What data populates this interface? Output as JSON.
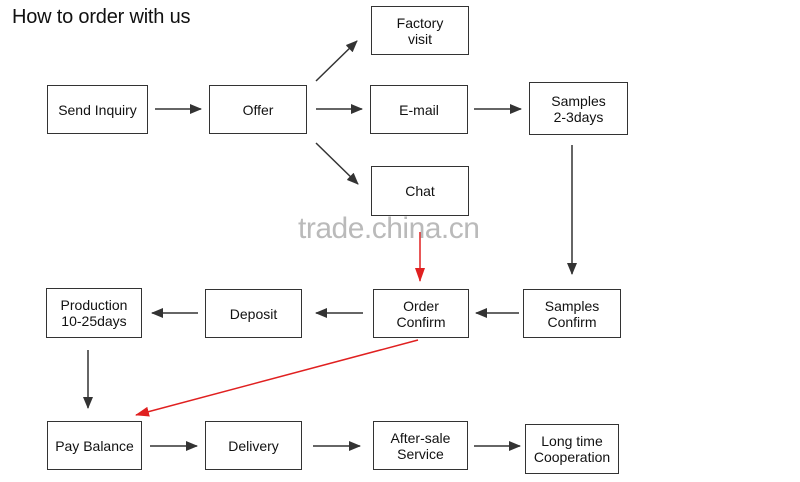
{
  "title": "How to order with us",
  "watermark": "trade.china.cn",
  "colors": {
    "arrow": "#333333",
    "highlight": "#e02020",
    "border": "#333333"
  },
  "nodes": {
    "send_inquiry": "Send Inquiry",
    "offer": "Offer",
    "factory_visit": "Factory\nvisit",
    "email": "E-mail",
    "chat": "Chat",
    "samples": "Samples\n2-3days",
    "samples_confirm": "Samples\nConfirm",
    "order_confirm": "Order\nConfirm",
    "deposit": "Deposit",
    "production": "Production\n10-25days",
    "pay_balance": "Pay Balance",
    "delivery": "Delivery",
    "after_sale": "After-sale\nService",
    "long_time": "Long time\nCooperation"
  }
}
